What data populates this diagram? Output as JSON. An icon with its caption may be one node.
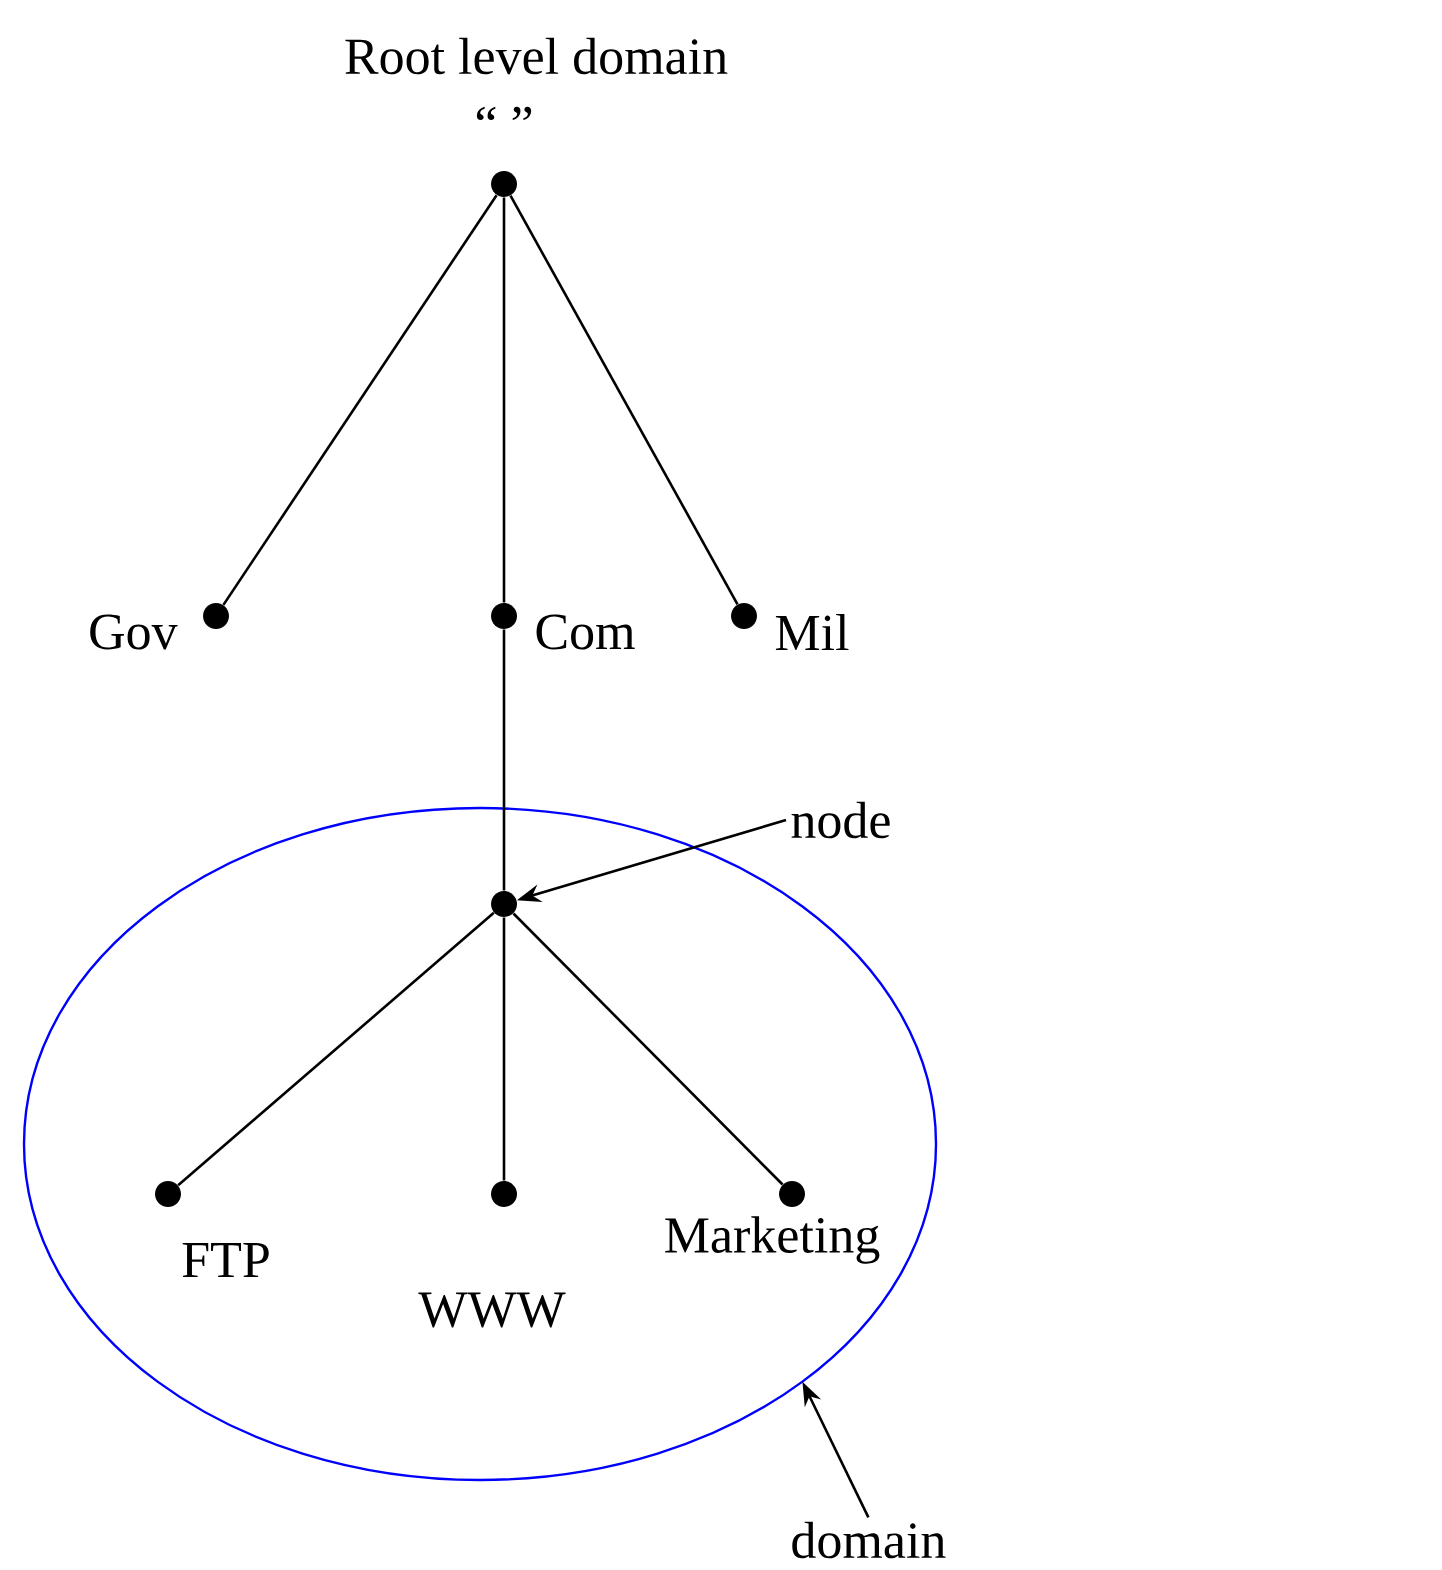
{
  "diagram": {
    "nodes": [
      {
        "text": [
          "Root level domain",
          "“ ”"
        ]
      },
      {
        "text": [
          "Gov"
        ]
      },
      {
        "text": [
          "Com"
        ]
      },
      {
        "text": [
          "Mil"
        ]
      },
      {
        "text": [
          "node"
        ]
      },
      {
        "text": [],
        "shape": "ellipse"
      },
      {
        "text": [],
        "shape": "circle",
        "in": 5
      },
      {
        "text": [
          "FTP"
        ],
        "in": 5
      },
      {
        "text": [
          "WWW"
        ],
        "in": 5
      },
      {
        "text": [
          "Marketing"
        ],
        "in": 5
      },
      {
        "text": [
          "domain"
        ]
      }
    ],
    "edges": [
      {
        "from": 0,
        "to": 1,
        "arrow": "none"
      },
      {
        "from": 0,
        "to": 2,
        "arrow": "none"
      },
      {
        "from": 0,
        "to": 3,
        "arrow": "none"
      },
      {
        "from": 2,
        "to": 6,
        "arrow": "none"
      },
      {
        "from": 6,
        "to": 7,
        "arrow": "none"
      },
      {
        "from": 6,
        "to": 8,
        "arrow": "none"
      },
      {
        "from": 6,
        "to": 9,
        "arrow": "none"
      },
      {
        "from": 4,
        "to": 6,
        "arrow": "to"
      },
      {
        "from": 10,
        "to": 5,
        "arrow": "to"
      }
    ]
  }
}
